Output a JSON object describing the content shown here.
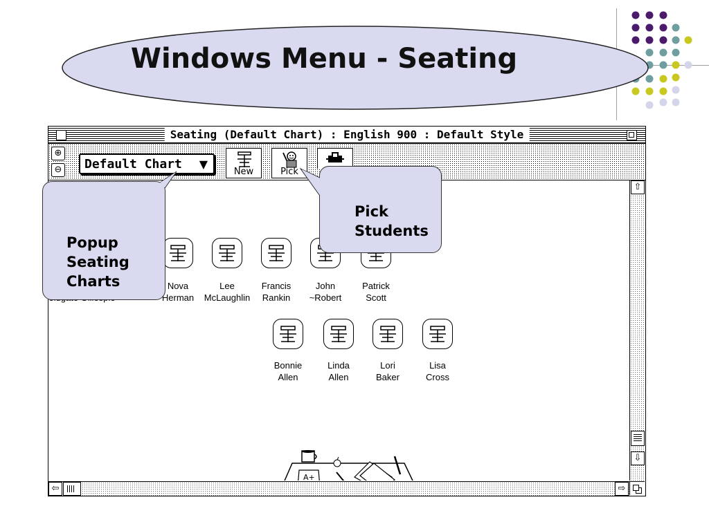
{
  "slide": {
    "title": "Windows Menu - Seating",
    "colors": {
      "oval_fill": "#d9d9f0",
      "dots_purple": "#4b1a6b",
      "dots_teal": "#6f9ea0",
      "dots_yellow": "#c8c81e",
      "dots_lavender": "#d4d4ea"
    }
  },
  "window": {
    "title": "Seating (Default Chart) : English 900 : Default Style",
    "chart_selector": {
      "value": "Default Chart",
      "arrow": "▼"
    },
    "zoom_in_icon": "⊕",
    "zoom_out_icon": "⊖",
    "toolbar": {
      "new_label": "New",
      "pick_label": "Pick",
      "third_button_icon": "calendar-icon"
    },
    "scroll": {
      "up": "⇧",
      "down": "⇩",
      "left": "⇦",
      "right": "⇨"
    }
  },
  "students": {
    "row1": [
      {
        "first": "Fieldgate",
        "last": "Gillespie",
        "line": "Fieldgate Gillespie"
      },
      {
        "first": "Nova",
        "last": "Herman"
      },
      {
        "first": "Lee",
        "last": "McLaughlin"
      },
      {
        "first": "Francis",
        "last": "Rankin"
      },
      {
        "first": "John",
        "last": "~Robert"
      },
      {
        "first": "Patrick",
        "last": "Scott"
      }
    ],
    "row2": [
      {
        "first": "Bonnie",
        "last": "Allen"
      },
      {
        "first": "Linda",
        "last": "Allen"
      },
      {
        "first": "Lori",
        "last": "Baker"
      },
      {
        "first": "Lisa",
        "last": "Cross"
      }
    ]
  },
  "teacher_desk": {
    "paper_label": "A+"
  },
  "callouts": {
    "popup": {
      "line1": "Popup",
      "line2": "Seating",
      "line3": "Charts"
    },
    "pick": {
      "line1": "Pick",
      "line2": "Students"
    }
  }
}
